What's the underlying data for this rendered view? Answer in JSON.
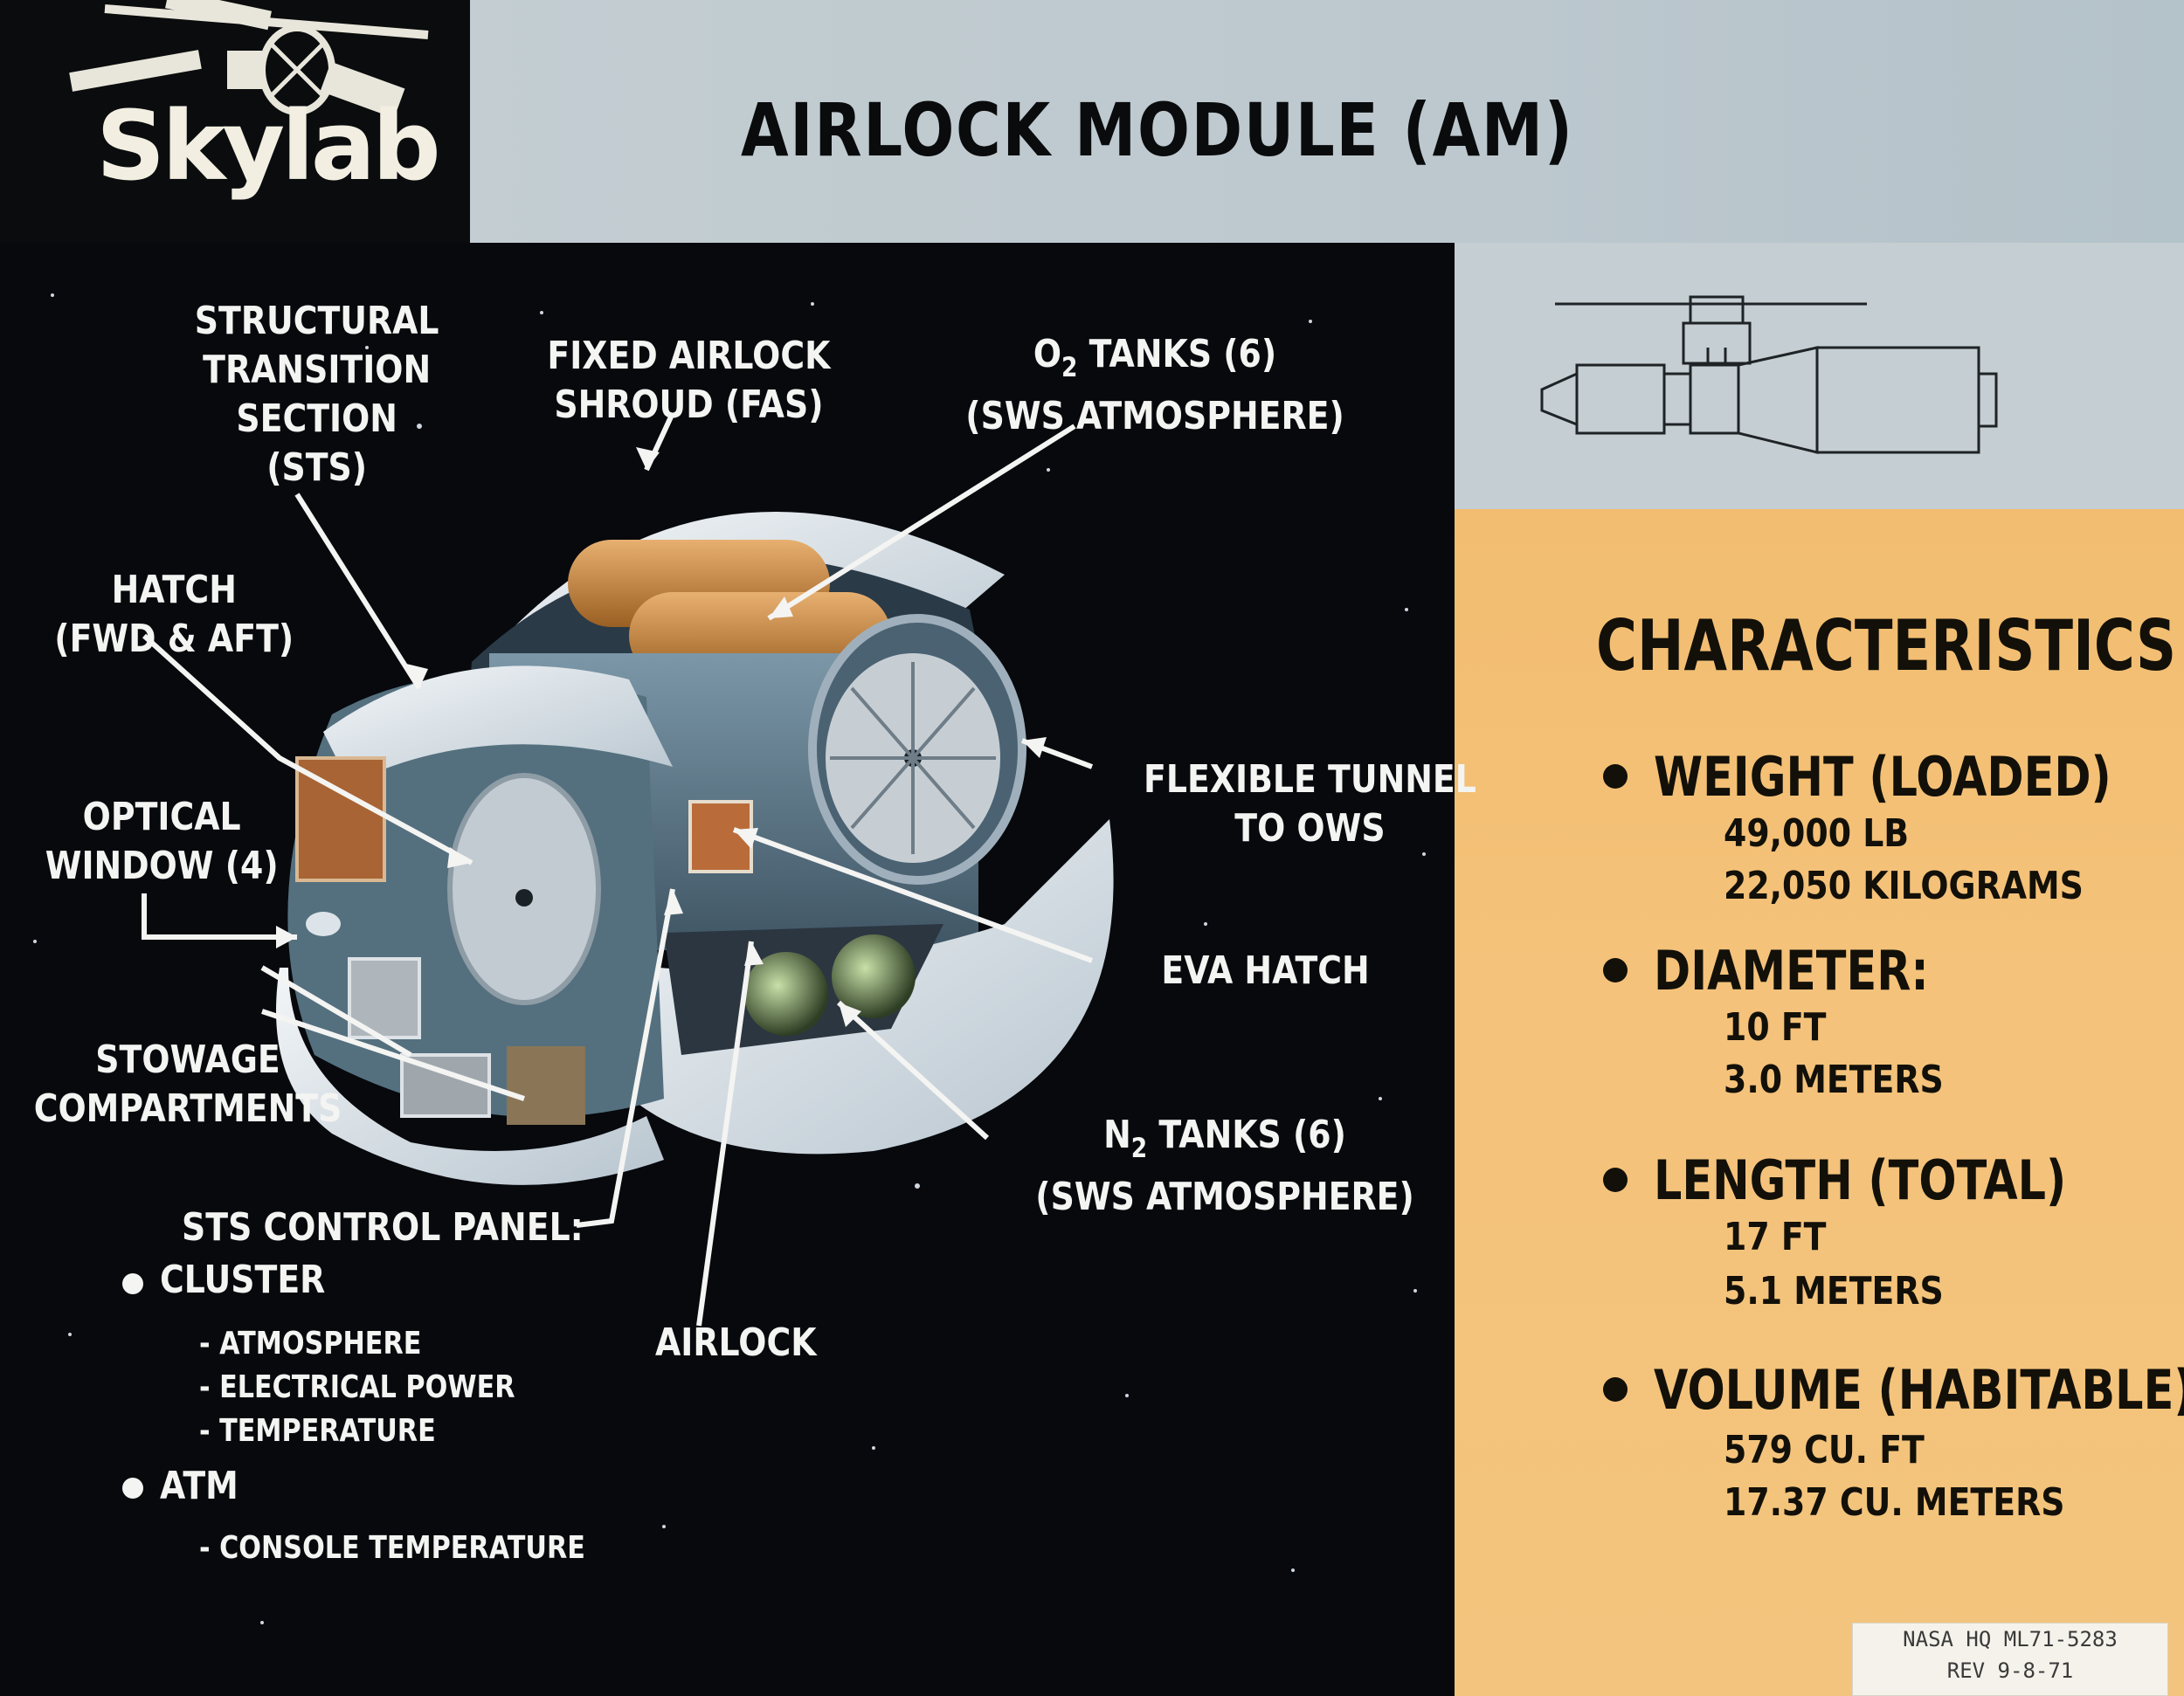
{
  "title": "AIRLOCK MODULE (AM)",
  "logo_text": "Skylab",
  "labels": {
    "sts": [
      "STRUCTURAL",
      "TRANSITION",
      "SECTION",
      "(STS)"
    ],
    "fas": [
      "FIXED AIRLOCK",
      "SHROUD (FAS)"
    ],
    "o2_line1_pre": "O",
    "o2_line1_sub": "2",
    "o2_line1_post": " TANKS (6)",
    "o2_line2": "(SWS ATMOSPHERE)",
    "hatch": [
      "HATCH",
      "(FWD & AFT)"
    ],
    "optical": [
      "OPTICAL",
      "WINDOW (4)"
    ],
    "tunnel": [
      "FLEXIBLE TUNNEL",
      "TO OWS"
    ],
    "eva": "EVA HATCH",
    "stowage": [
      "STOWAGE",
      "COMPARTMENTS"
    ],
    "n2_line1_pre": "N",
    "n2_line1_sub": "2",
    "n2_line1_post": " TANKS (6)",
    "n2_line2": "(SWS ATMOSPHERE)",
    "airlock": "AIRLOCK"
  },
  "control_panel": {
    "heading": "STS CONTROL PANEL:",
    "groups": [
      {
        "name": "CLUSTER",
        "items": [
          "- ATMOSPHERE",
          "- ELECTRICAL POWER",
          "- TEMPERATURE"
        ]
      },
      {
        "name": "ATM",
        "items": [
          "- CONSOLE TEMPERATURE"
        ]
      }
    ]
  },
  "characteristics": {
    "heading": "CHARACTERISTICS",
    "items": [
      {
        "label": "WEIGHT (LOADED)",
        "values": [
          "49,000 LB",
          "22,050 KILOGRAMS"
        ]
      },
      {
        "label": "DIAMETER:",
        "values": [
          "10 FT",
          "3.0 METERS"
        ]
      },
      {
        "label": "LENGTH (TOTAL)",
        "values": [
          "17 FT",
          "5.1 METERS"
        ]
      },
      {
        "label": "VOLUME (HABITABLE)",
        "values": [
          "579 CU. FT",
          "17.37 CU. METERS"
        ]
      }
    ]
  },
  "stamp": [
    "NASA HQ ML71-5283",
    "REV 9-8-71"
  ],
  "colors": {
    "background": "#07090d",
    "title_band": "#bfcad0",
    "characteristics_panel": "#f3c07a",
    "module_shell": "#dfe6ec",
    "module_body": "#5f7a8c",
    "tank_copper": "#c98a3c"
  }
}
